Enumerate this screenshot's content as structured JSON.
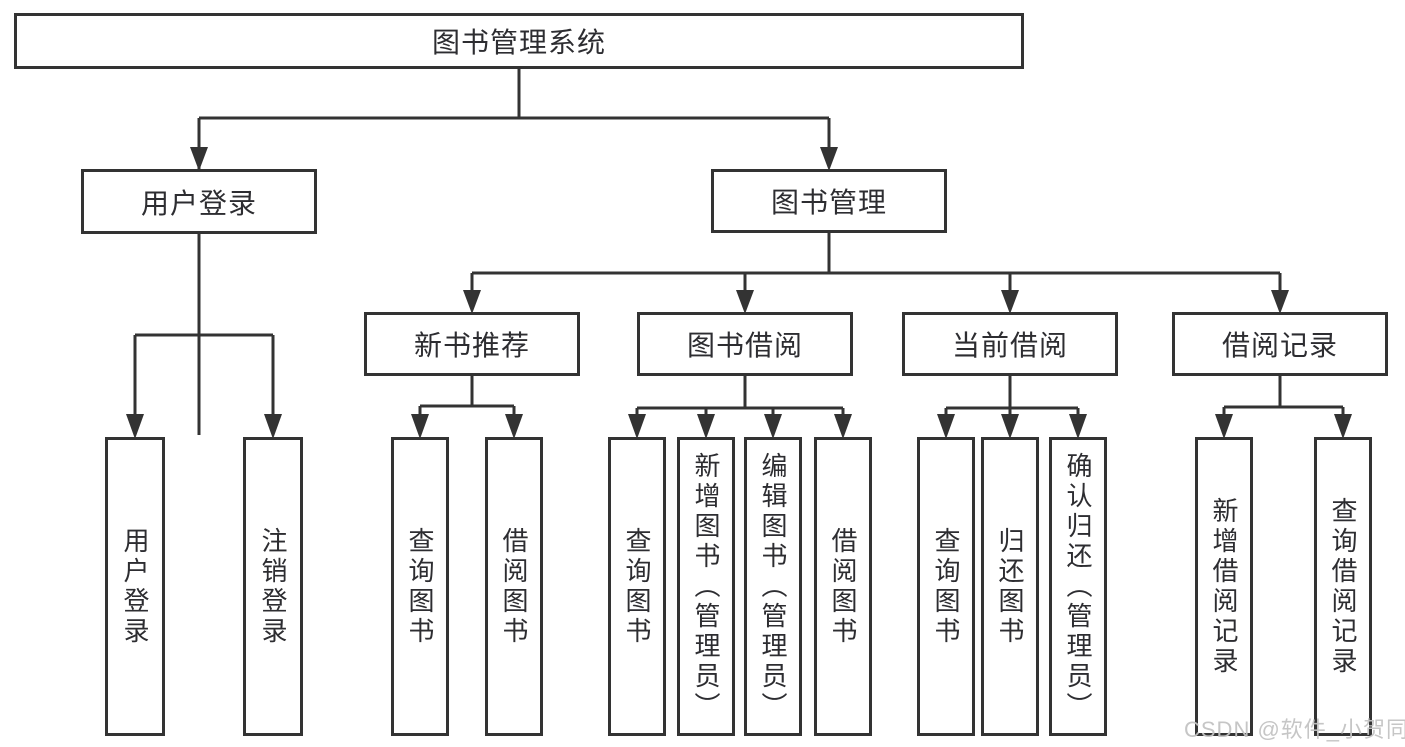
{
  "diagram_title": "图书管理系统",
  "tree": {
    "label": "图书管理系统",
    "children": [
      {
        "label": "用户登录",
        "children": [
          {
            "label": "用户登录"
          },
          {
            "label": "注销登录"
          }
        ]
      },
      {
        "label": "图书管理",
        "children": [
          {
            "label": "新书推荐",
            "children": [
              {
                "label": "查询图书"
              },
              {
                "label": "借阅图书"
              }
            ]
          },
          {
            "label": "图书借阅",
            "children": [
              {
                "label": "查询图书"
              },
              {
                "label": "新增图书（管理员）"
              },
              {
                "label": "编辑图书（管理员）"
              },
              {
                "label": "借阅图书"
              }
            ]
          },
          {
            "label": "当前借阅",
            "children": [
              {
                "label": "查询图书"
              },
              {
                "label": "归还图书"
              },
              {
                "label": "确认归还（管理员）"
              }
            ]
          },
          {
            "label": "借阅记录",
            "children": [
              {
                "label": "新增借阅记录"
              },
              {
                "label": "查询借阅记录"
              }
            ]
          }
        ]
      }
    ]
  },
  "watermark": {
    "text": "CSDN @软件_小贺同学"
  },
  "colors": {
    "line": "#333333",
    "text": "#2d2d31",
    "watermark": "#c3c3c3"
  }
}
